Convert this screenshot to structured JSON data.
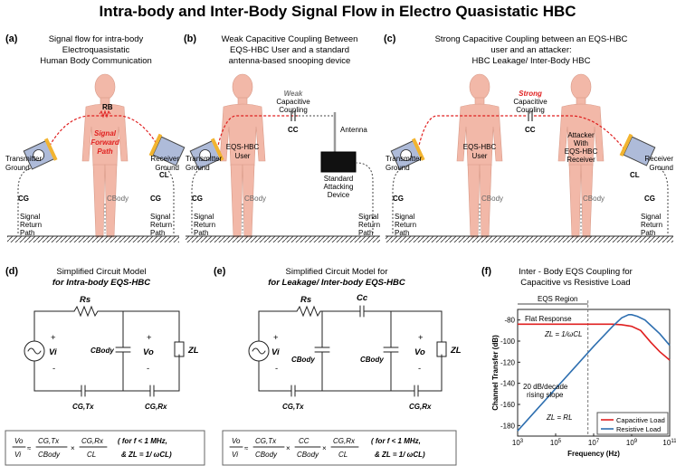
{
  "title": "Intra-body and Inter-Body Signal Flow in Electro Quasistatic HBC",
  "panels": {
    "a": {
      "tag": "(a)",
      "caption": [
        "Signal flow for intra-body",
        "Electroquasistatic",
        "Human Body Communication"
      ],
      "tx_ground": [
        "Transmitter",
        "Ground"
      ],
      "rx_ground": [
        "Receiver",
        "Ground"
      ],
      "rb": "RB",
      "signal_path": [
        "Signal",
        "Forward",
        "Path"
      ],
      "cl": "CL",
      "cg_left": "CG",
      "cg_right": "CG",
      "cbody": "CBody",
      "return_left": [
        "Signal",
        "Return",
        "Path"
      ],
      "return_right": [
        "Signal",
        "Return",
        "Path"
      ]
    },
    "b": {
      "tag": "(b)",
      "caption": [
        "Weak Capacitive Coupling Between",
        "EQS-HBC User and a standard",
        "antenna-based snooping device"
      ],
      "coupling": [
        "Weak",
        "Capacitive",
        "Coupling"
      ],
      "cc": "CC",
      "antenna": "Antenna",
      "user": [
        "EQS-HBC",
        "User"
      ],
      "device": [
        "Standard",
        "Attacking",
        "Device"
      ],
      "tx_ground": [
        "Transmitter",
        "Ground"
      ],
      "cg": "CG",
      "cbody": "CBody",
      "return_left": [
        "Signal",
        "Return",
        "Path"
      ],
      "return_right": [
        "Signal",
        "Return",
        "Path"
      ]
    },
    "c": {
      "tag": "(c)",
      "caption": [
        "Strong Capacitive Coupling between an EQS-HBC",
        "user and an attacker:",
        "HBC Leakage/ Inter-Body HBC"
      ],
      "coupling": [
        "Strong",
        "Capacitive",
        "Coupling"
      ],
      "cc": "CC",
      "user": [
        "EQS-HBC",
        "User"
      ],
      "attacker": [
        "Attacker",
        "With",
        "EQS-HBC",
        "Receiver"
      ],
      "tx_ground": [
        "Transmitter",
        "Ground"
      ],
      "rx_ground": [
        "Receiver",
        "Ground"
      ],
      "cl": "CL",
      "cg_left": "CG",
      "cg_right": "CG",
      "cbody_left": "CBody",
      "cbody_right": "CBody",
      "return_left": [
        "Signal",
        "Return",
        "Path"
      ],
      "return_right": [
        "Signal",
        "Return",
        "Path"
      ]
    },
    "d": {
      "tag": "(d)",
      "caption": [
        "Simplified Circuit Model",
        "for Intra-body EQS-HBC"
      ],
      "rs": "Rs",
      "vi": "Vi",
      "vo": "Vo",
      "zl": "ZL",
      "cbody": "CBody",
      "cgtx": "CG,Tx",
      "cgrx": "CG,Rx",
      "eq_lhs": [
        "Vo",
        "Vi"
      ],
      "eq_t1": [
        "CG,Tx",
        "CBody"
      ],
      "eq_t2": [
        "CG,Rx",
        "CL"
      ],
      "cond": [
        "( for f < 1 MHz,",
        "& ZL = 1/ ωCL)"
      ]
    },
    "e": {
      "tag": "(e)",
      "caption": [
        "Simplified Circuit Model for",
        "for Leakage/ Inter-body EQS-HBC"
      ],
      "rs": "Rs",
      "cc": "Cc",
      "vi": "Vi",
      "vo": "Vo",
      "zl": "ZL",
      "cbody_left": "CBody",
      "cbody_right": "CBody",
      "cgtx": "CG,Tx",
      "cgrx": "CG,Rx",
      "eq_lhs": [
        "Vo",
        "Vi"
      ],
      "eq_t1": [
        "CG,Tx",
        "CBody"
      ],
      "eq_t2": [
        "CC",
        "CBody"
      ],
      "eq_t3": [
        "CG,Rx",
        "CL"
      ],
      "cond": [
        "( for f < 1 MHz,",
        "& ZL = 1/ ωCL)"
      ]
    },
    "f": {
      "tag": "(f)",
      "caption": [
        "Inter - Body EQS Coupling for",
        "Capacitive vs Resistive Load"
      ]
    }
  },
  "chart_data": {
    "type": "line",
    "title": "",
    "xlabel": "Frequency (Hz)",
    "ylabel": "Channel Transfer (dB)",
    "xscale": "log",
    "xlim": [
      1000,
      100000000000
    ],
    "ylim": [
      -190,
      -70
    ],
    "xticks": [
      "10^3",
      "10^5",
      "10^7",
      "10^9",
      "10^11"
    ],
    "yticks": [
      -80,
      -100,
      -120,
      -140,
      -160,
      -180
    ],
    "series": [
      {
        "name": "Capacitive Load",
        "color": "#e02020",
        "x": [
          1000,
          10000000,
          100000000,
          300000000,
          1000000000,
          3000000000,
          10000000000,
          30000000000,
          100000000000
        ],
        "y": [
          -84,
          -84,
          -84,
          -84.5,
          -86,
          -90,
          -101,
          -110,
          -118
        ]
      },
      {
        "name": "Resistive Load",
        "color": "#2e6fb0",
        "x": [
          1000,
          10000,
          100000,
          1000000,
          10000000,
          100000000,
          300000000,
          700000000,
          1000000000,
          2000000000,
          5000000000,
          10000000000,
          30000000000,
          100000000000
        ],
        "y": [
          -185,
          -165,
          -145,
          -125,
          -105,
          -86,
          -78,
          -75,
          -75,
          -76.5,
          -80,
          -85,
          -93,
          -104
        ]
      }
    ],
    "annotations": {
      "eqs_region": "EQS Region",
      "flat": "Flat Response",
      "zc_eq": "ZL = 1/ωCL",
      "slope": [
        "20 dB/decade",
        "rising slope"
      ],
      "zr_eq": "ZL = RL"
    },
    "legend_placement": "bottom-right"
  }
}
